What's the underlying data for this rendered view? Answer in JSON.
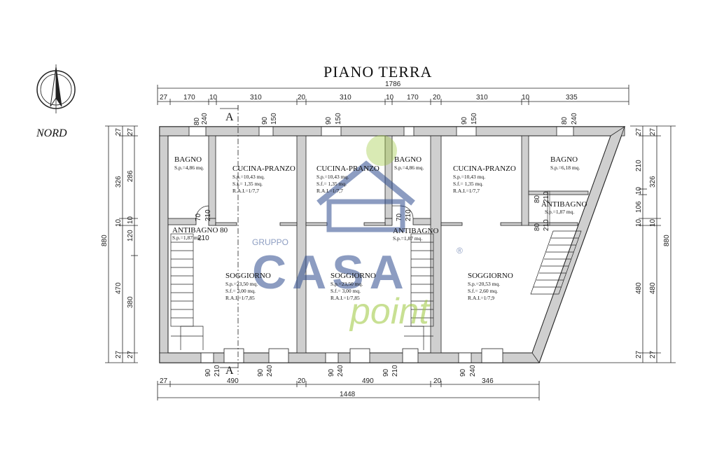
{
  "title": "PIANO TERRA",
  "north_label": "NORD",
  "section_marker": "A",
  "watermark": {
    "group": "GRUPPO",
    "brand": "CASA",
    "sub": "point",
    "registered": "®"
  },
  "top_dims": {
    "total": "1786",
    "parts": [
      "27",
      "170",
      "10",
      "310",
      "20",
      "310",
      "10",
      "170",
      "20",
      "310",
      "10",
      "335"
    ]
  },
  "bottom_dims": {
    "total": "1448",
    "parts": [
      "27",
      "490",
      "20",
      "490",
      "20",
      "346"
    ]
  },
  "left_dims": {
    "total": "880",
    "outer": [
      "27",
      "326",
      "10",
      "470",
      "27"
    ],
    "inner": [
      "27",
      "286",
      "10",
      "120",
      "380",
      "27"
    ]
  },
  "right_dims": {
    "total": "880",
    "outer": [
      "27",
      "326",
      "10",
      "480",
      "27"
    ],
    "inner": [
      "27",
      "210",
      "10",
      "106",
      "10",
      "480",
      "27"
    ]
  },
  "openings_top": [
    {
      "w": "80",
      "h": "240"
    },
    {
      "w": "90",
      "h": "150"
    },
    {
      "w": "90",
      "h": "150"
    },
    {
      "w": "90",
      "h": "150"
    },
    {
      "w": "80",
      "h": "240"
    }
  ],
  "openings_bottom": [
    {
      "w": "90",
      "h": "210"
    },
    {
      "w": "90",
      "h": "240"
    },
    {
      "w": "90",
      "h": "240"
    },
    {
      "w": "90",
      "h": "210"
    },
    {
      "w": "90",
      "h": "240"
    }
  ],
  "inner_labels": {
    "d70": "70",
    "d210": "210",
    "d80": "80",
    "d210b": "210"
  },
  "rooms": [
    {
      "name": "BAGNO",
      "lines": [
        "S.p.=4,86  mq."
      ]
    },
    {
      "name": "CUCINA-PRANZO",
      "lines": [
        "S.p.=10,43 mq.",
        "S.f.=  1,35 mq.",
        "R.A.I.=1/7,7"
      ]
    },
    {
      "name": "ANTIBAGNO 80",
      "lines": [
        "S.p.=1,87 mq.",
        "210"
      ]
    },
    {
      "name": "SOGGIORNO",
      "lines": [
        "S.p.=23,50 mq.",
        "S.f.=   3,00 mq.",
        "R.A.I.=1/7,85"
      ]
    },
    {
      "name": "CUCINA-PRANZO",
      "lines": [
        "S.p.=10,43 mq.",
        "S.f.=  1,35 mq.",
        "R.A.I.=1/7,7"
      ]
    },
    {
      "name": "BAGNO",
      "lines": [
        "S.p.=4,86 mq."
      ]
    },
    {
      "name": "ANTIBAGNO",
      "lines": [
        "S.p.=1,87 mq."
      ]
    },
    {
      "name": "SOGGIORNO",
      "lines": [
        "S.p.=23,50 mq.",
        "S.f.=  3,00 mq.",
        "R.A.I.=1/7,85"
      ]
    },
    {
      "name": "CUCINA-PRANZO",
      "lines": [
        "S.p.=10,43 mq.",
        "S.f.=  1,35 mq.",
        "R.A.I.=1/7,7"
      ]
    },
    {
      "name": "BAGNO",
      "lines": [
        "S.p.=6,18  mq."
      ]
    },
    {
      "name": "ANTIBAGNO",
      "lines": [
        "S.p.=1,87 mq."
      ]
    },
    {
      "name": "SOGGIORNO",
      "lines": [
        "S.p.=20,53 mq.",
        "S.f.=   2,60 mq.",
        "R.A.I.=1/7,9"
      ]
    }
  ],
  "colors": {
    "line": "#222222",
    "watermark_blue": "#2f4d8f",
    "watermark_green": "#9cc83c"
  }
}
